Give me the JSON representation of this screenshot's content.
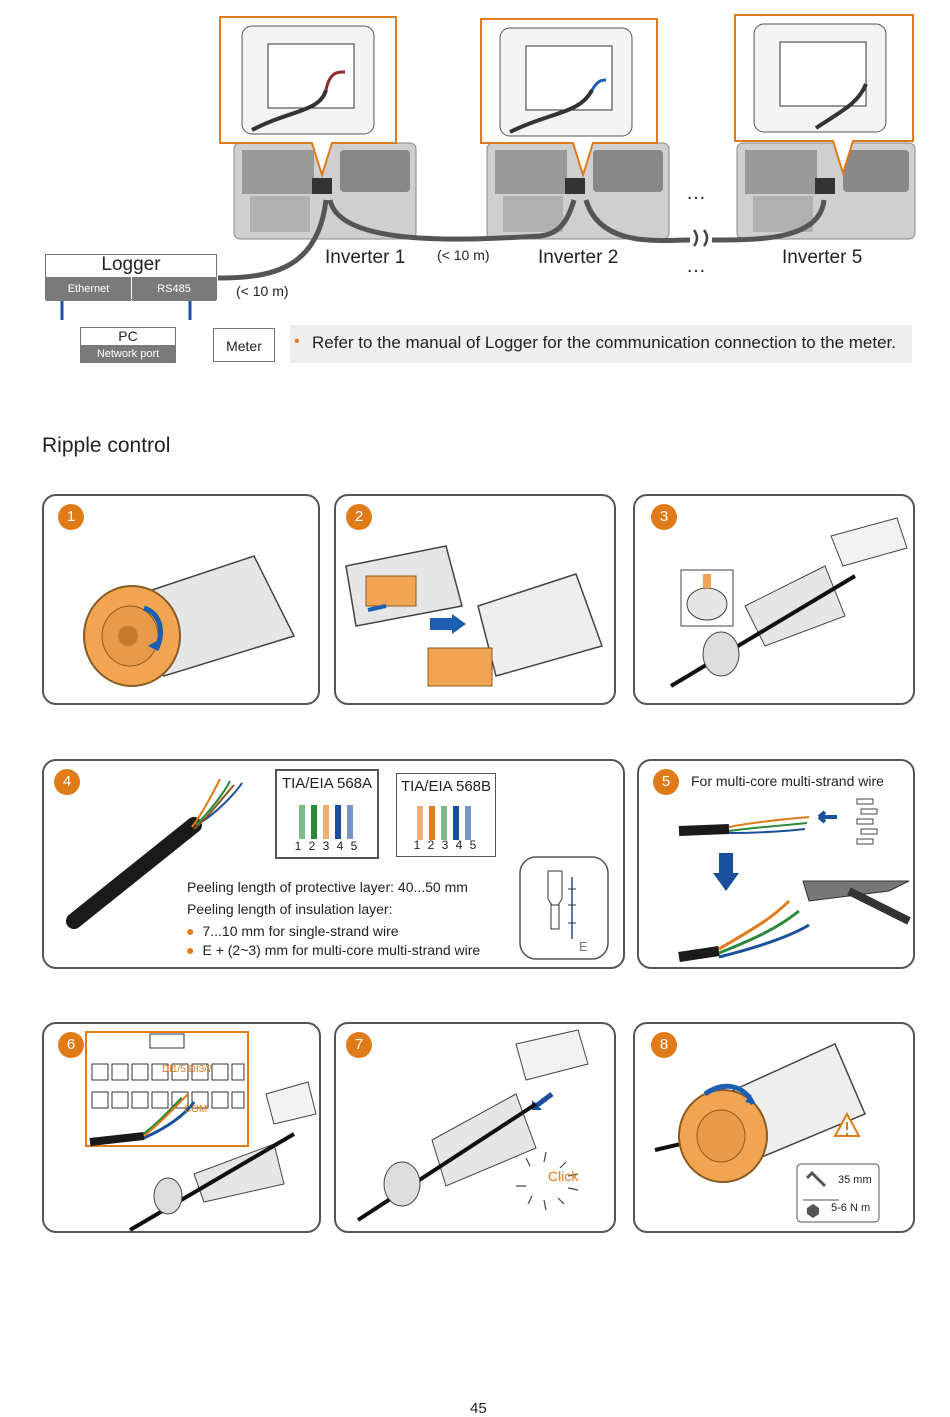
{
  "top": {
    "inverters": [
      "Inverter 1",
      "Inverter 2",
      "Inverter 5"
    ],
    "distance_between": "(< 10 m)",
    "distance_logger": "(< 10 m)",
    "ellipsis": "…",
    "logger": {
      "title": "Logger",
      "port_ethernet": "Ethernet",
      "port_rs485": "RS485"
    },
    "pc": {
      "title": "PC",
      "port": "Network port"
    },
    "meter": "Meter",
    "note_bullet": "•",
    "note": "Refer to the manual of Logger for the communication connection to the meter.",
    "colors": {
      "accent": "#e07b1a",
      "cable": "#555555",
      "network": "#1a4f9c"
    }
  },
  "section_title": "Ripple control",
  "steps": {
    "s1": "1",
    "s2": "2",
    "s3": "3",
    "s4": "4",
    "s5": "5",
    "s6": "6",
    "s7": "7",
    "s8": "8",
    "step4": {
      "std_a": {
        "title": "TIA/EIA 568A",
        "numbers": "1 2 3 4 5"
      },
      "std_b": {
        "title": "TIA/EIA 568B",
        "numbers": "1 2 3 4 5"
      },
      "peel_protective": "Peeling length of protective layer:  40...50 mm",
      "peel_insulation": "Peeling length of insulation layer:",
      "bullet_1": "7...10 mm for single-strand wire",
      "bullet_2": "E + (2~3) mm for multi-core multi-strand wire",
      "ferrule_label": "E"
    },
    "step5": {
      "caption": "For multi-core multi-strand wire"
    },
    "step6": {
      "pin_label_1": "DI1/5 DI3/7",
      "pin_label_2": "COM"
    },
    "step7": {
      "click_label": "Click"
    },
    "step8": {
      "wrench": "35 mm",
      "torque": "5-6 N m"
    }
  },
  "page_number": "45"
}
